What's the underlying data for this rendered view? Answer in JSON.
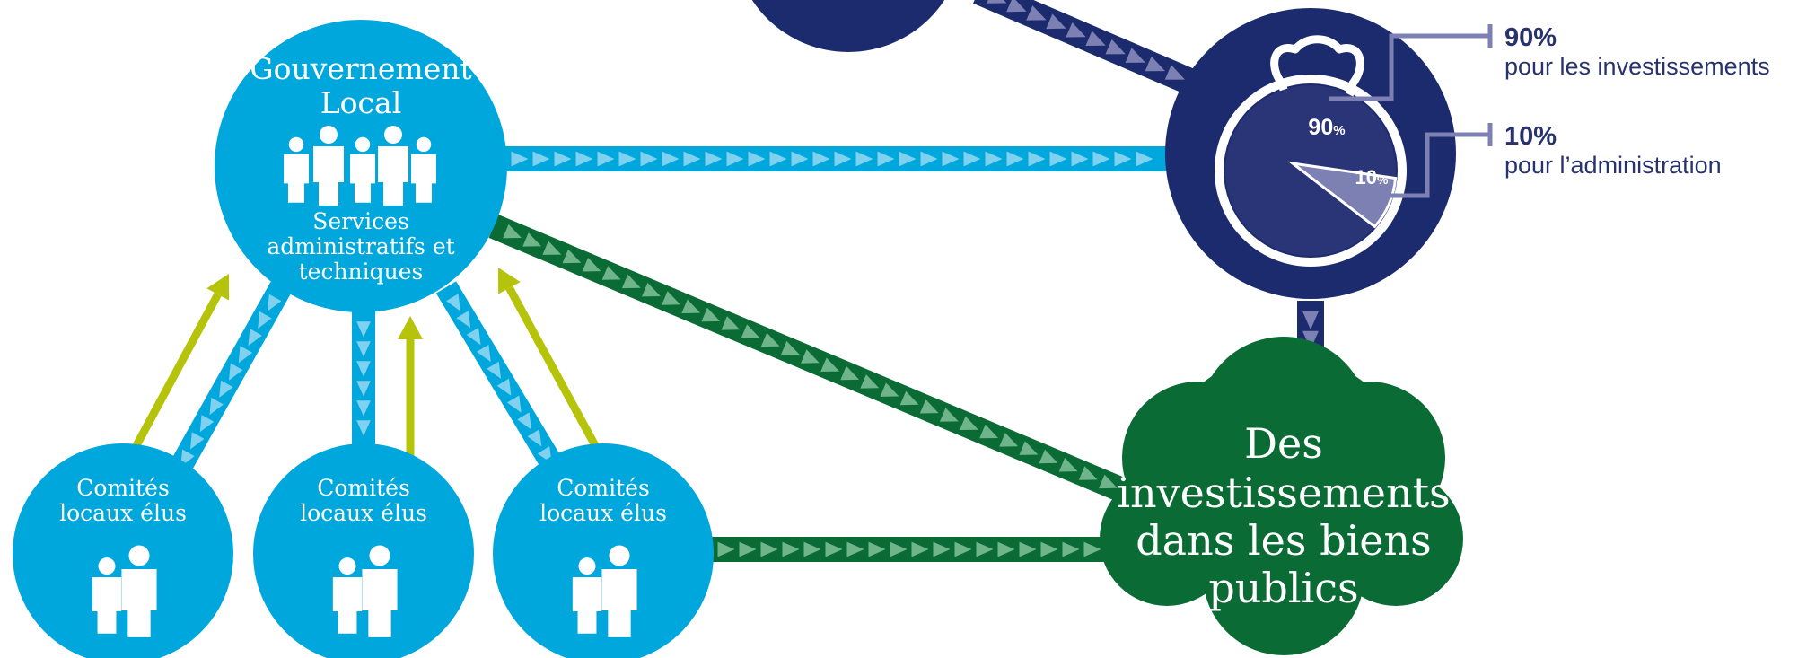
{
  "colors": {
    "light_blue": "#00a7dc",
    "navy": "#1c2b6d",
    "navy_dark": "#2a3577",
    "green": "#0a6b35",
    "lime": "#b5c40a",
    "slate": "#7d80b2",
    "white": "#ffffff"
  },
  "local_government": {
    "title_line1": "Gouvernement",
    "title_line2": "Local",
    "services_line1": "Services",
    "services_line2": "administratifs et",
    "services_line3": "techniques",
    "icon": "people-group-icon"
  },
  "committees": [
    {
      "line1": "Comités",
      "line2": "locaux élus",
      "icon": "two-people-icon"
    },
    {
      "line1": "Comités",
      "line2": "locaux élus",
      "icon": "two-people-icon"
    },
    {
      "line1": "Comités",
      "line2": "locaux élus",
      "icon": "two-people-icon"
    }
  ],
  "fund": {
    "icon": "money-bag-icon",
    "big_slice_pct": 90,
    "small_slice_pct": 10,
    "big_label": "90",
    "small_label": "10",
    "pct_sign": "%"
  },
  "investments": {
    "line1": "Des",
    "line2": "investissements",
    "line3": "dans les biens",
    "line4": "publics"
  },
  "legend": [
    {
      "pct": "90%",
      "text": "pour les investissements"
    },
    {
      "pct": "10%",
      "text": "pour l’administration"
    }
  ]
}
